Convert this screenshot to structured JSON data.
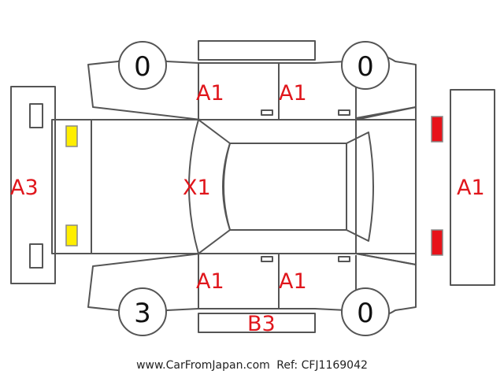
{
  "diagram": {
    "wheels": {
      "front_left": "0",
      "front_right": "0",
      "rear_left": "3",
      "rear_right": "0"
    },
    "labels": {
      "rear_bumper": "A3",
      "front_bumper": "A1",
      "upper_rear_door": "A1",
      "upper_front_door": "A1",
      "lower_rear_door": "A1",
      "lower_front_door": "A1",
      "roof": "X1",
      "lower_sill": "B3"
    },
    "colors": {
      "outline": "#555555",
      "label": "#e0161c",
      "rear_lamp": "#ffee00",
      "front_lamp": "#e8121a"
    }
  },
  "footer": {
    "site": "www.CarFromJapan.com",
    "ref": "Ref: CFJ1169042"
  }
}
